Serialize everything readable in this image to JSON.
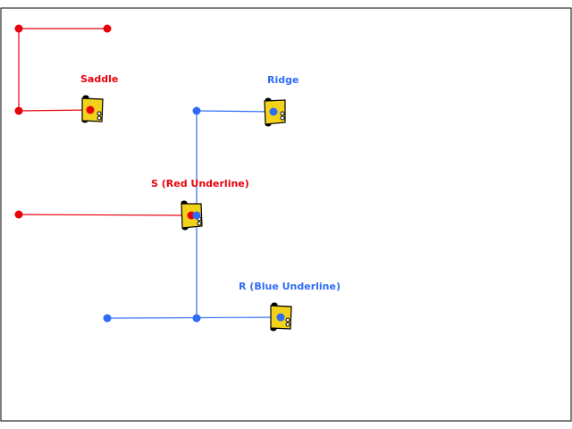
{
  "colors": {
    "red": "#e8000b",
    "blue": "#2f6cf6",
    "device_body": "#f2d21b",
    "device_outline": "#000000",
    "frame": "#000000",
    "background": "#ffffff"
  },
  "icons": {
    "device": "scroll-device-icon",
    "junction": "dot-node-icon"
  },
  "labels": {
    "saddle": "Saddle",
    "ridge": "Ridge",
    "s_red_underline": "S (Red Underline)",
    "r_blue_underline": "R (Blue Underline)"
  }
}
